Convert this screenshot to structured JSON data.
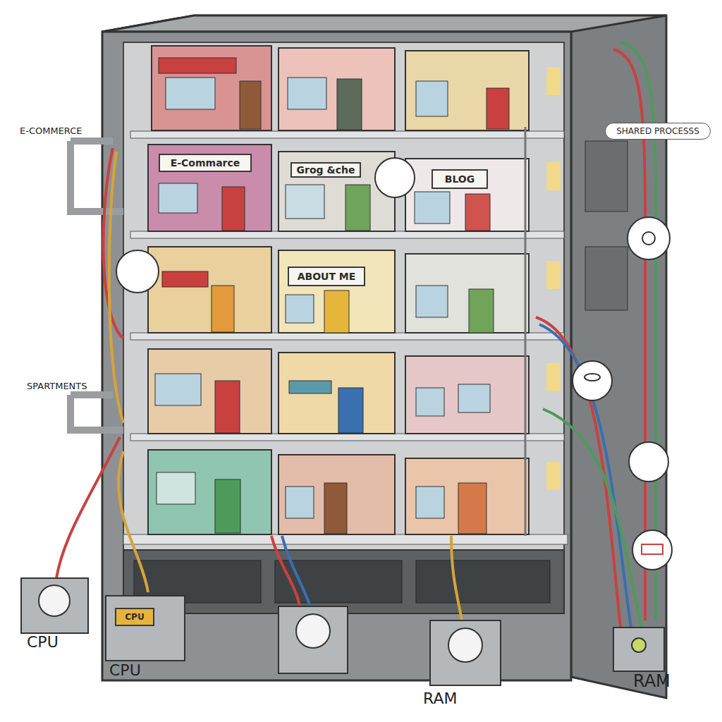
{
  "diagram": {
    "nodes": [
      {
        "text": [
          "SHARED PROCESSS"
        ]
      },
      {
        "text": [
          "E-Commarce"
        ]
      },
      {
        "text": [
          "Grog &che"
        ]
      },
      {
        "text": [
          "BLOG"
        ]
      },
      {
        "text": [
          "ABOUT ME"
        ]
      },
      {
        "text": [
          "CPU"
        ]
      }
    ],
    "labels": [
      "E-COMMERCE",
      "SPARTMENTS",
      "CPU",
      "CPU",
      "RAM",
      "RAM"
    ]
  }
}
